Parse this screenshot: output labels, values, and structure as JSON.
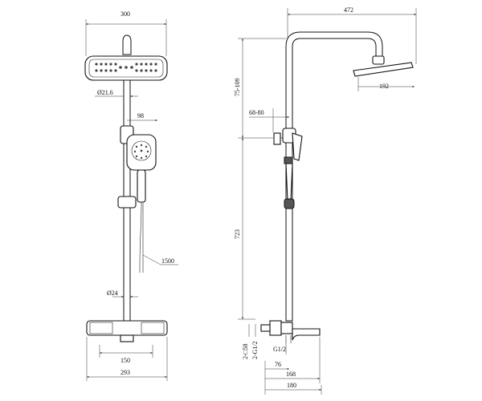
{
  "front_view": {
    "width_overhead": "300",
    "hand_shower_offset": "98",
    "pipe_diameter_upper": "Ø21.6",
    "hose_length": "1500",
    "pipe_diameter_lower": "Ø24",
    "inlet_spacing": "150",
    "mixer_width": "293"
  },
  "side_view": {
    "arm_reach": "472",
    "head_offset": "192",
    "upper_height": "75-109",
    "holder_depth": "68-80",
    "riser_height": "723",
    "inlet_square": "2-□58",
    "inlet_thread": "2-G1/2",
    "outlet_thread": "G1/2",
    "spout_offset": "76",
    "spout_length": "168",
    "bottom_depth": "180"
  }
}
